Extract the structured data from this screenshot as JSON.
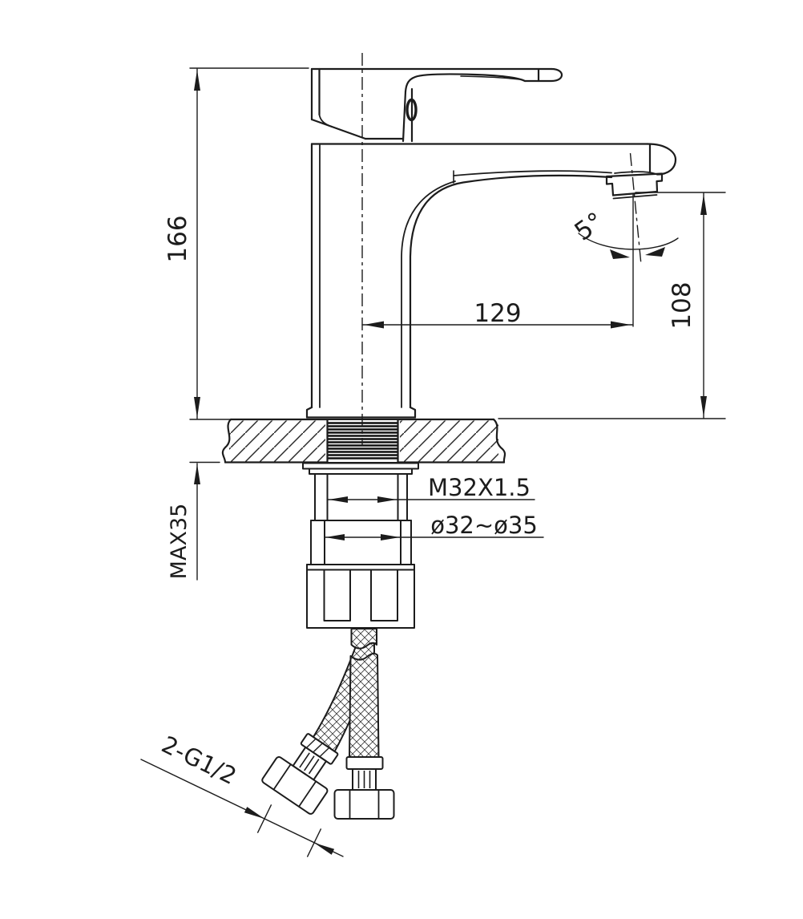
{
  "drawing": {
    "annotations": {
      "height_overall": "166",
      "spout_reach": "129",
      "spout_height": "108",
      "spout_angle": "5°",
      "shank_thread": "M32X1.5",
      "hole_diameter": "ø32~ø35",
      "max_mounting_thickness": "MAX35",
      "hose_connection": "2-G1/2"
    },
    "colors": {
      "line": "#1c1c1c",
      "background": "#ffffff"
    }
  }
}
